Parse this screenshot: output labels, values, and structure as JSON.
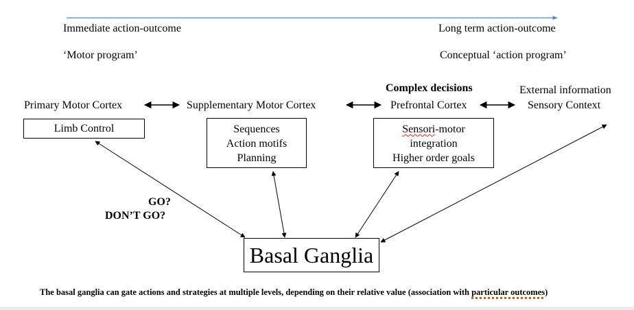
{
  "timeline": {
    "left_top": "Immediate action-outcome",
    "left_bottom": "‘Motor program’",
    "right_top": "Long term action-outcome",
    "right_bottom": "Conceptual ‘action program’",
    "arrow_color": "#4a86c8"
  },
  "regions": {
    "primary_motor": "Primary Motor Cortex",
    "supplementary_motor": "Supplementary Motor Cortex",
    "prefrontal_heading": "Complex decisions",
    "prefrontal": "Prefrontal Cortex",
    "external_line1": "External information",
    "external_line2": "Sensory Context"
  },
  "boxes": {
    "limb": "Limb Control",
    "sma": [
      "Sequences",
      "Action motifs",
      "Planning"
    ],
    "pfc_word": "Sensori",
    "pfc_rest": "-motor",
    "pfc_lines": [
      "integration",
      "Higher order goals"
    ]
  },
  "gate": {
    "go": "GO?",
    "dont_go": "DON’T GO?"
  },
  "basal_ganglia": "Basal Ganglia",
  "caption": {
    "main": "The basal ganglia can gate actions and strategies at multiple levels, depending on their relative value (association with ",
    "underlined": "particular outcomes",
    "end": ")"
  }
}
